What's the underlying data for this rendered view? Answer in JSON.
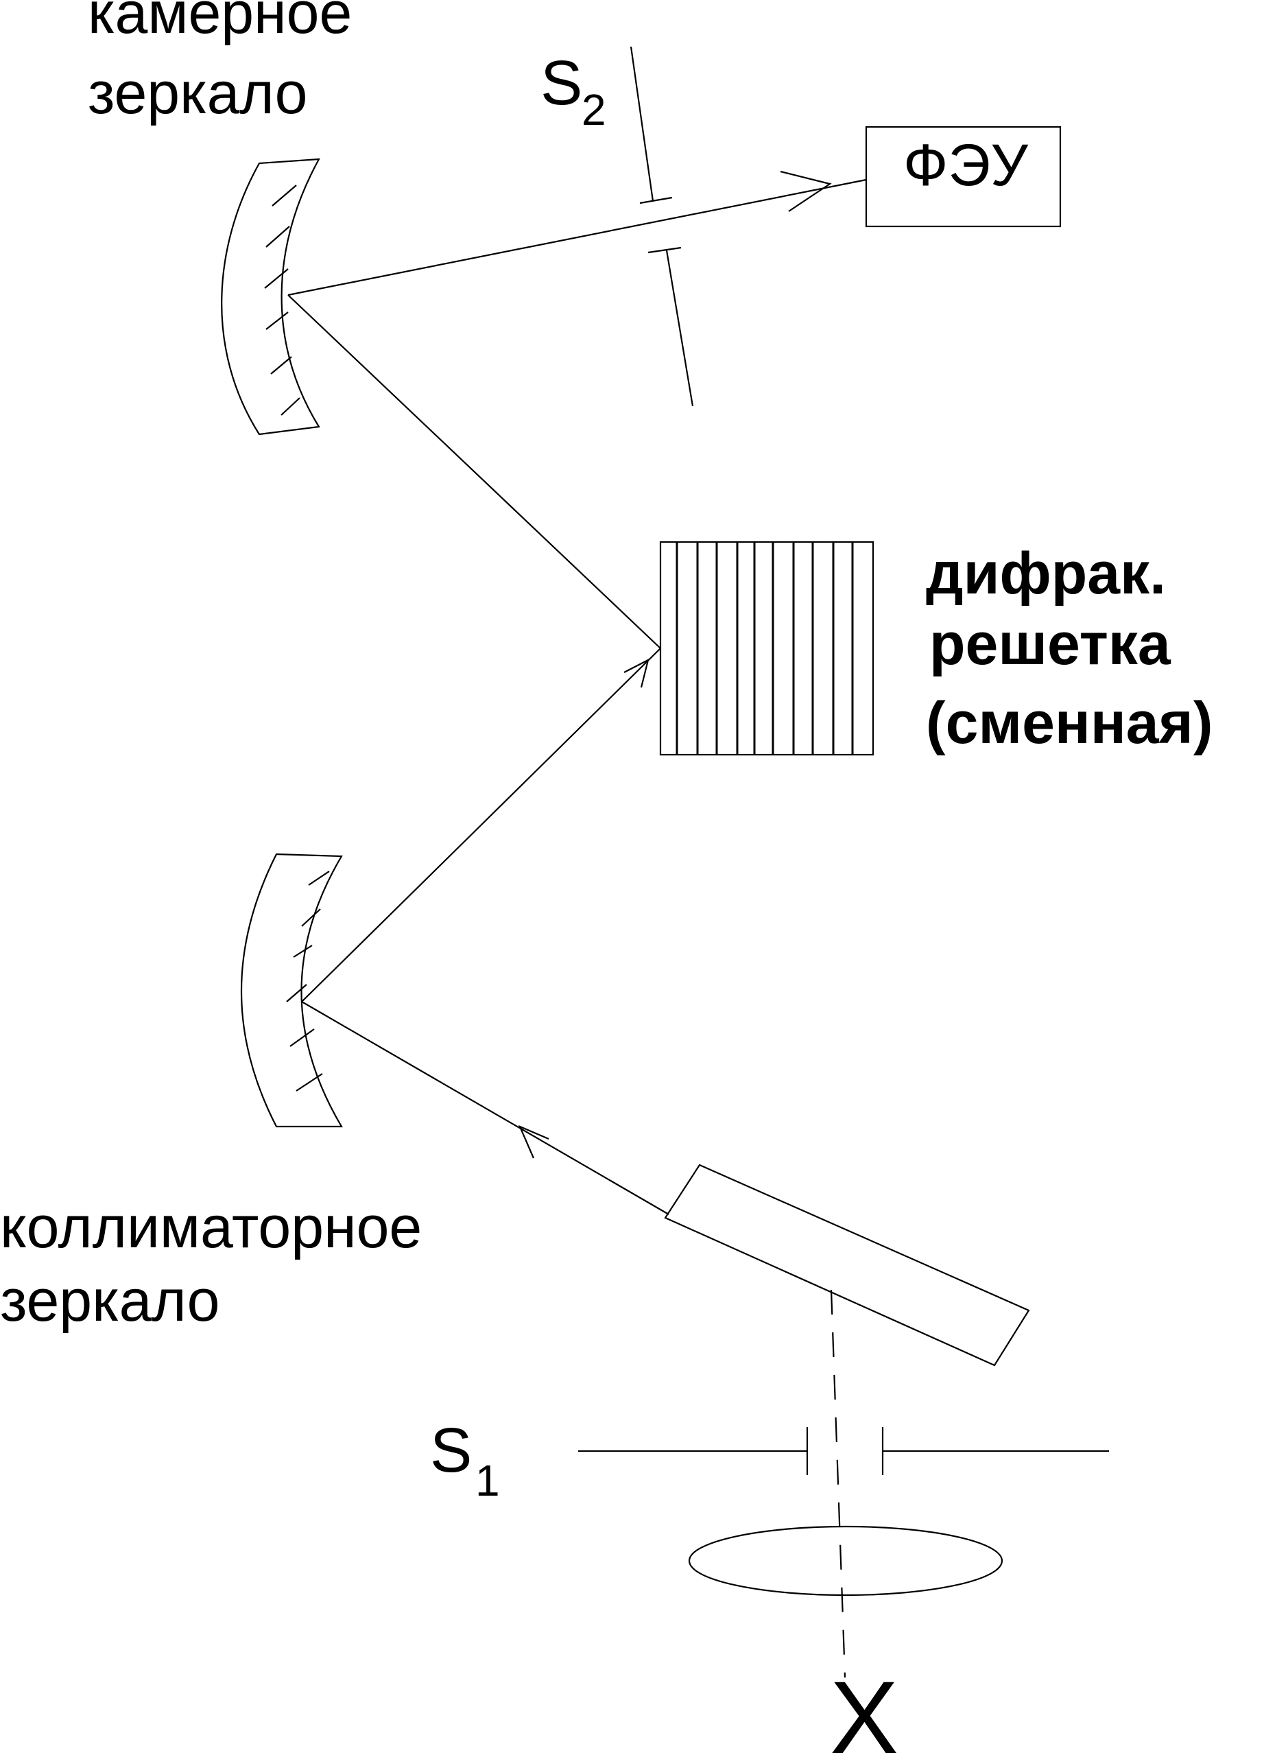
{
  "labels": {
    "camera_mirror_line1": "камерное",
    "camera_mirror_line2": "зеркало",
    "collimator_mirror_line1": "коллиматорное",
    "collimator_mirror_line2": "зеркало",
    "grating_line1": "дифрак.",
    "grating_line2": "решетка",
    "grating_line3": "(сменная)",
    "detector": "ФЭУ",
    "slit2_letter": "S",
    "slit2_index": "2",
    "slit1_letter": "S",
    "slit1_index": "1",
    "source": "X"
  }
}
